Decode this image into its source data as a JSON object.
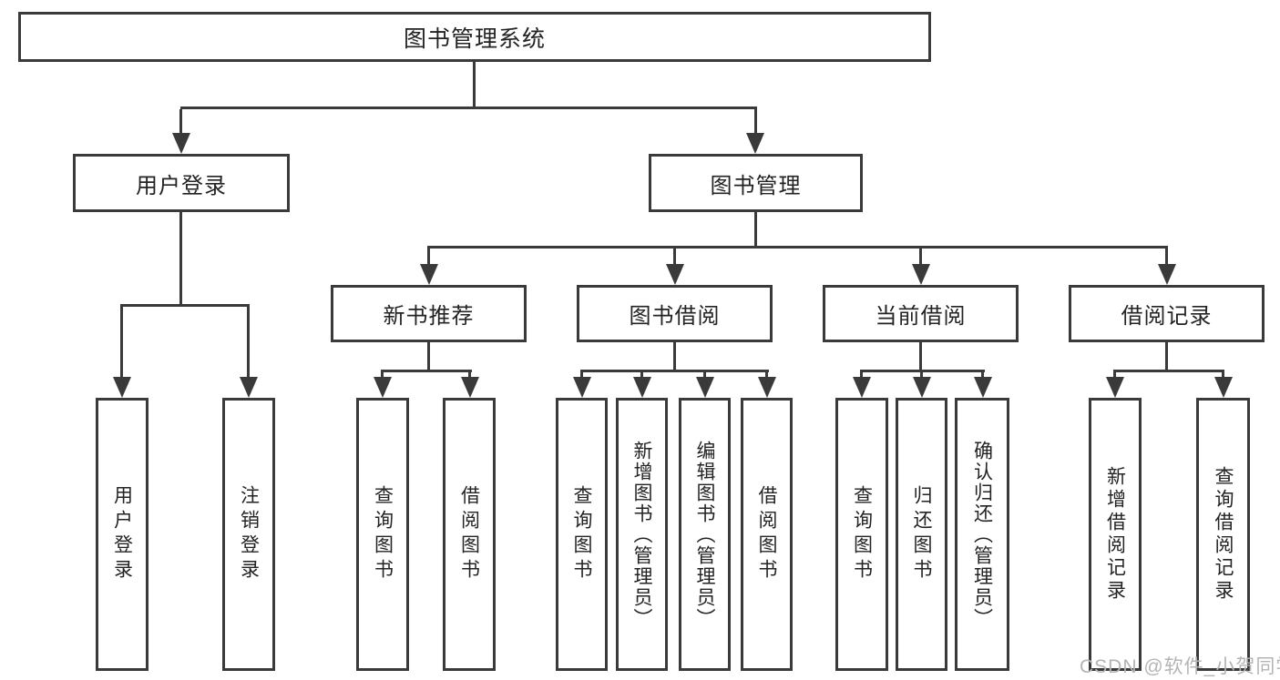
{
  "tree": {
    "root": "图书管理系统",
    "branches": [
      {
        "label": "用户登录",
        "children": [
          "用户登录",
          "注销登录"
        ]
      },
      {
        "label": "图书管理",
        "groups": [
          {
            "label": "新书推荐",
            "children": [
              "查询图书",
              "借阅图书"
            ]
          },
          {
            "label": "图书借阅",
            "children": [
              "查询图书",
              "新增图书（管理员）",
              "编辑图书（管理员）",
              "借阅图书"
            ]
          },
          {
            "label": "当前借阅",
            "children": [
              "查询图书",
              "归还图书",
              "确认归还（管理员）"
            ]
          },
          {
            "label": "借阅记录",
            "children": [
              "新增借阅记录",
              "查询借阅记录"
            ]
          }
        ]
      }
    ]
  },
  "watermark": "CSDN @软件_小贺同学",
  "colors": {
    "line": "#3a3a3a",
    "text": "#232323",
    "watermark": "#b4b4b4",
    "background": "#ffffff"
  }
}
